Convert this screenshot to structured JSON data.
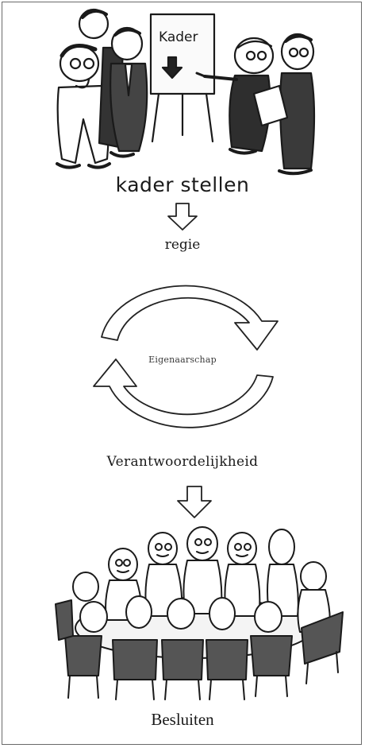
{
  "illustration_top": {
    "flipchart_text": "Kader"
  },
  "steps": {
    "kader_stellen": "kader stellen",
    "regie": "regie",
    "cycle_center": "Eigenaarschap",
    "verantwoordelijkheid": "Verantwoordelijkheid",
    "besluiten": "Besluiten"
  },
  "icons": [
    "down-arrow-icon",
    "cycle-arrows-icon"
  ]
}
